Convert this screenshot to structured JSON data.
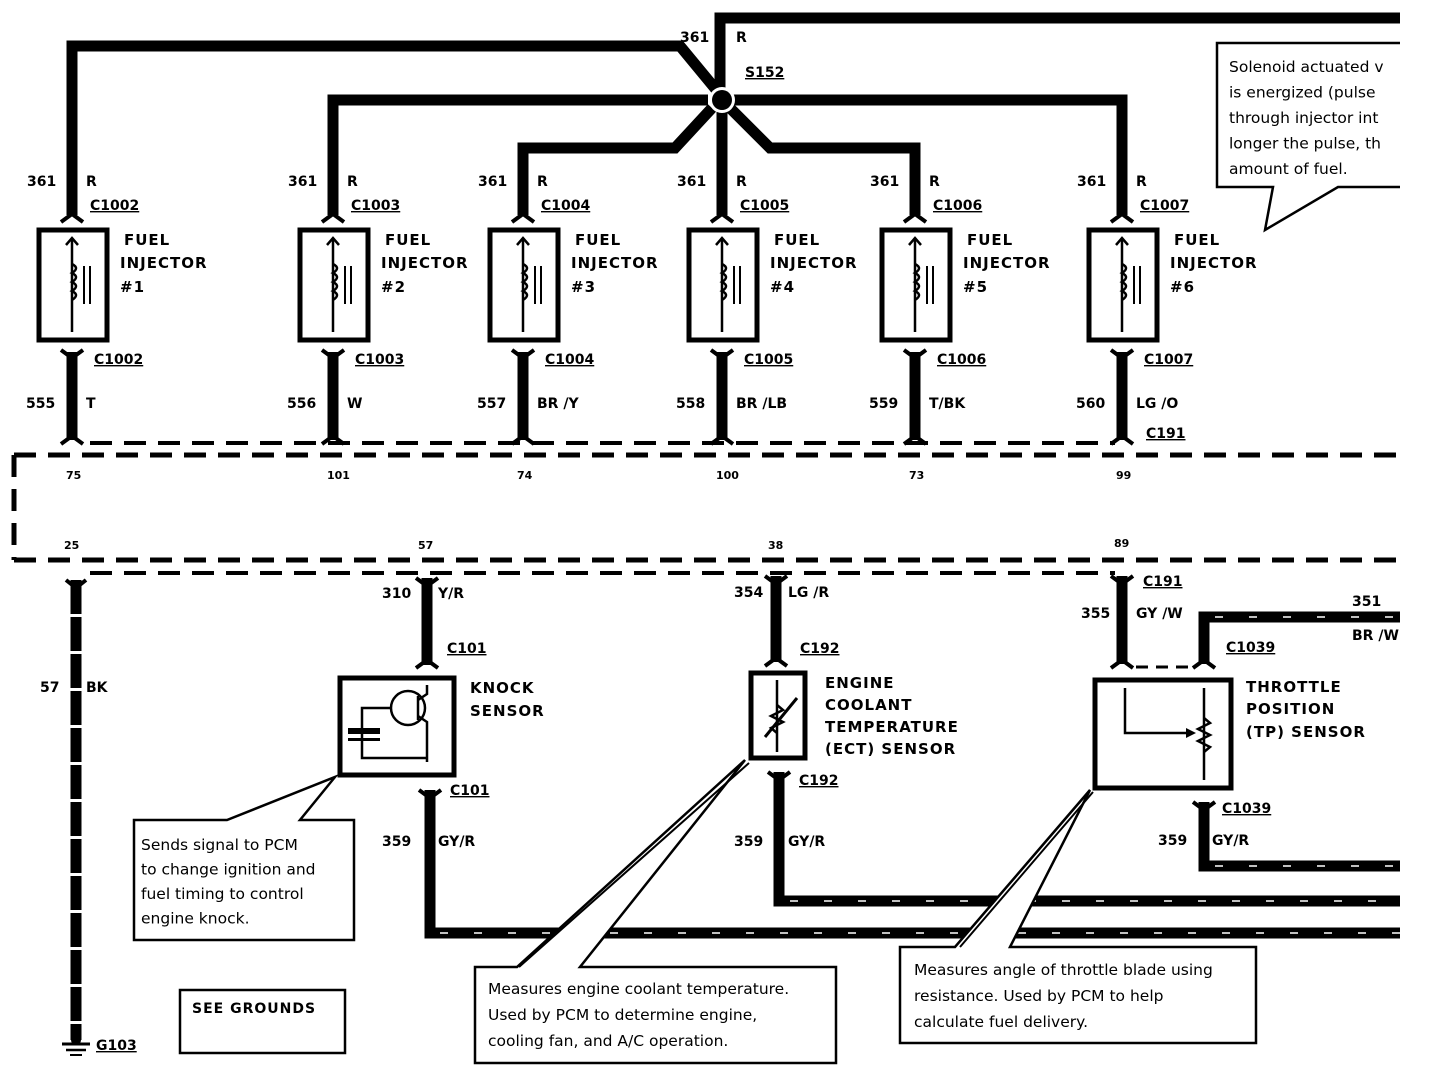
{
  "diagram": {
    "splice": {
      "id": "S152",
      "circuit": "361",
      "color": "R"
    },
    "power_feed": {
      "circuit": "361",
      "color": "R"
    },
    "injectors": [
      {
        "title_line1": "FUEL",
        "title_line2": "INJECTOR",
        "number": "#1",
        "feed_circuit": "361",
        "feed_color": "R",
        "upper_connector": "C1002",
        "lower_connector": "C1002",
        "signal_circuit": "555",
        "signal_color": "T",
        "pcm_pin": "75"
      },
      {
        "title_line1": "FUEL",
        "title_line2": "INJECTOR",
        "number": "#2",
        "feed_circuit": "361",
        "feed_color": "R",
        "upper_connector": "C1003",
        "lower_connector": "C1003",
        "signal_circuit": "556",
        "signal_color": "W",
        "pcm_pin": "101"
      },
      {
        "title_line1": "FUEL",
        "title_line2": "INJECTOR",
        "number": "#3",
        "feed_circuit": "361",
        "feed_color": "R",
        "upper_connector": "C1004",
        "lower_connector": "C1004",
        "signal_circuit": "557",
        "signal_color": "BR /Y",
        "pcm_pin": "74"
      },
      {
        "title_line1": "FUEL",
        "title_line2": "INJECTOR",
        "number": "#4",
        "feed_circuit": "361",
        "feed_color": "R",
        "upper_connector": "C1005",
        "lower_connector": "C1005",
        "signal_circuit": "558",
        "signal_color": "BR /LB",
        "pcm_pin": "100"
      },
      {
        "title_line1": "FUEL",
        "title_line2": "INJECTOR",
        "number": "#5",
        "feed_circuit": "361",
        "feed_color": "R",
        "upper_connector": "C1006",
        "lower_connector": "C1006",
        "signal_circuit": "559",
        "signal_color": "T/BK",
        "pcm_pin": "73"
      },
      {
        "title_line1": "FUEL",
        "title_line2": "INJECTOR",
        "number": "#6",
        "feed_circuit": "361",
        "feed_color": "R",
        "upper_connector": "C1007",
        "lower_connector": "C1007",
        "signal_circuit": "560",
        "signal_color": "LG /O",
        "pcm_pin": "99"
      }
    ],
    "pcm_connector": "C191",
    "ground": {
      "pcm_pin": "25",
      "circuit": "57",
      "color": "BK",
      "ground_id": "G103",
      "see_grounds_label": "SEE GROUNDS"
    },
    "knock_sensor": {
      "line1": "KNOCK",
      "line2": "SENSOR",
      "pcm_pin": "57",
      "signal_circuit": "310",
      "signal_color": "Y/R",
      "upper_connector": "C101",
      "lower_connector": "C101",
      "return_circuit": "359",
      "return_color": "GY/R"
    },
    "ect_sensor": {
      "line1": "ENGINE",
      "line2": "COOLANT",
      "line3": "TEMPERATURE",
      "line4": "(ECT) SENSOR",
      "pcm_pin": "38",
      "signal_circuit": "354",
      "signal_color": "LG /R",
      "upper_connector": "C192",
      "lower_connector": "C192",
      "return_circuit": "359",
      "return_color": "GY/R"
    },
    "tp_sensor": {
      "line1": "THROTTLE",
      "line2": "POSITION",
      "line3": "(TP) SENSOR",
      "pcm_pin": "89",
      "pcm_connector": "C191",
      "signal_circuit": "355",
      "signal_color": "GY /W",
      "ref_circuit": "351",
      "ref_color": "BR /W",
      "upper_connector": "C1039",
      "lower_connector": "C1039",
      "return_circuit": "359",
      "return_color": "GY/R"
    },
    "notes": {
      "injector": [
        "Solenoid actuated v",
        "is energized (pulse",
        "through injector int",
        "longer the pulse, th",
        "amount of fuel."
      ],
      "knock": [
        "Sends signal to PCM",
        "to change ignition and",
        "fuel timing to control",
        "engine knock."
      ],
      "ect": [
        "Measures engine coolant temperature.",
        "Used by PCM to determine engine,",
        "cooling fan, and A/C operation."
      ],
      "tp": [
        "Measures angle of throttle blade using",
        "resistance.  Used by PCM to help",
        "calculate fuel delivery."
      ]
    }
  }
}
